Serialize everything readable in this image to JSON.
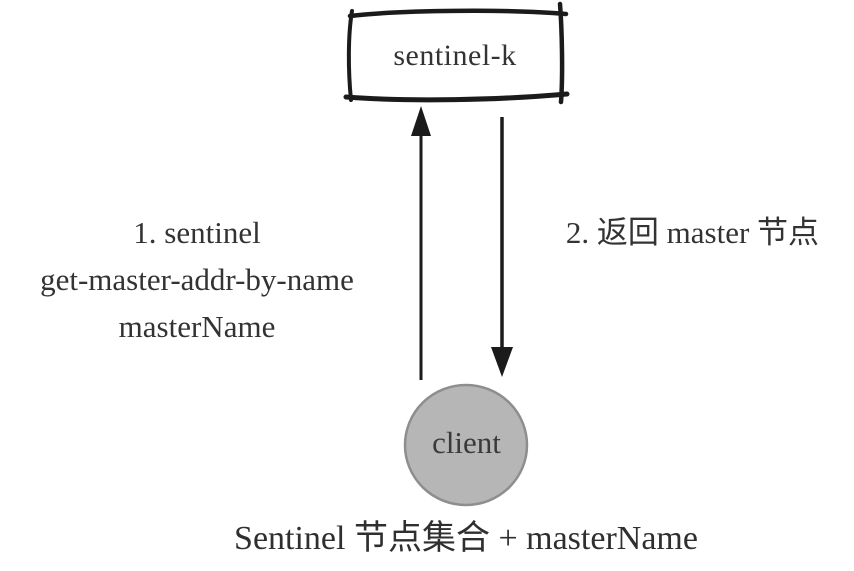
{
  "diagram": {
    "nodes": {
      "sentinel": {
        "label": "sentinel-k",
        "shape": "hand-drawn-rectangle"
      },
      "client": {
        "label": "client",
        "shape": "circle"
      }
    },
    "edges": {
      "request": {
        "from": "client",
        "to": "sentinel",
        "direction": "up"
      },
      "response": {
        "from": "sentinel",
        "to": "client",
        "direction": "down"
      }
    },
    "labels": {
      "request_line1": "1. sentinel",
      "request_line2": "get-master-addr-by-name",
      "request_line3": "masterName",
      "response": "2. 返回 master 节点",
      "caption": "Sentinel 节点集合 + masterName"
    },
    "colors": {
      "background": "#ffffff",
      "stroke": "#1b1b1b",
      "text": "#333333",
      "client_fill": "#b6b6b6",
      "client_stroke": "#8e8e8e"
    }
  }
}
